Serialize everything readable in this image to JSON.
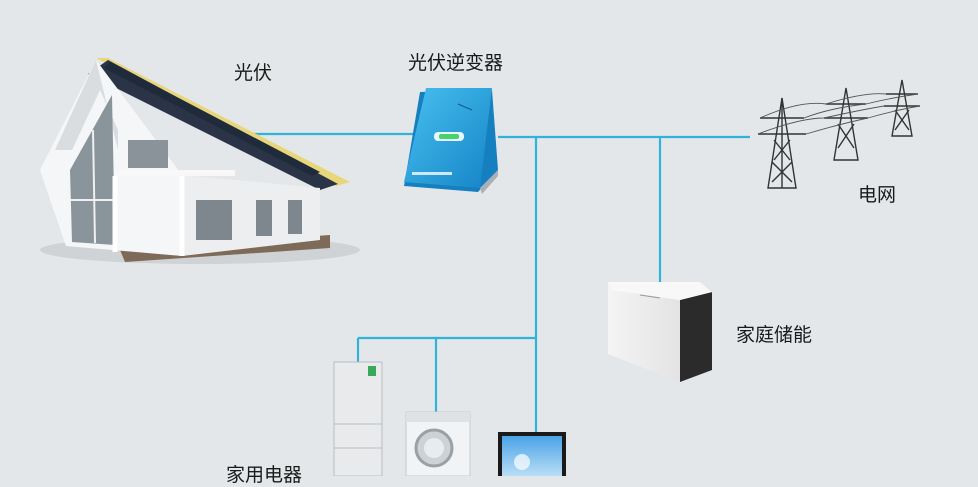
{
  "labels": {
    "pv": "光伏",
    "inverter": "光伏逆变器",
    "grid": "电网",
    "storage": "家庭储能",
    "appliances": "家用电器"
  },
  "colors": {
    "background": "#e4e7ea",
    "wire": "#2fb3d9",
    "inverter_body": "#1e9ad8",
    "roof_panel": "#1f2a3a"
  }
}
